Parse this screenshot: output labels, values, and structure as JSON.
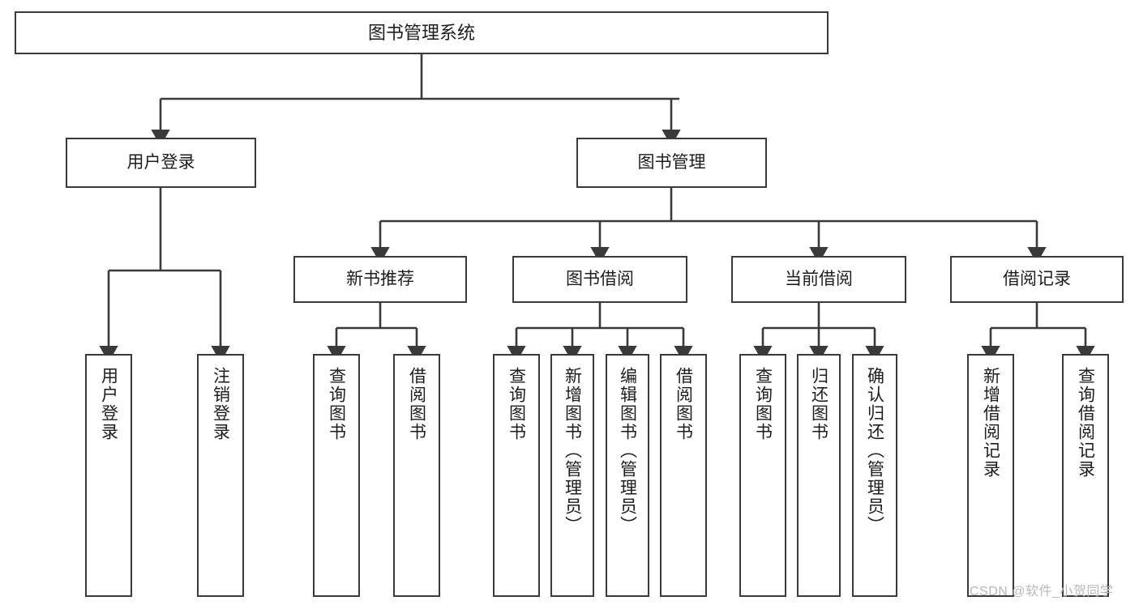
{
  "diagram": {
    "title": "图书管理系统",
    "type": "tree-hierarchy-chart",
    "colors": {
      "node_border": "#3a3a3a",
      "node_fill": "#ffffff",
      "connector": "#3a3a3a",
      "text": "#1d1d1d",
      "watermark": "#b9b9b9",
      "background": "#ffffff"
    },
    "root": {
      "label": "图书管理系统"
    },
    "level2": [
      {
        "id": "user-login",
        "label": "用户登录"
      },
      {
        "id": "book-manage",
        "label": "图书管理"
      }
    ],
    "level3": [
      {
        "id": "new-book-recommend",
        "label": "新书推荐"
      },
      {
        "id": "book-borrow",
        "label": "图书借阅"
      },
      {
        "id": "current-borrow",
        "label": "当前借阅"
      },
      {
        "id": "borrow-record",
        "label": "借阅记录"
      }
    ],
    "leaves": [
      {
        "id": "leaf-user-login",
        "parent": "user-login",
        "label": "用户登录"
      },
      {
        "id": "leaf-logout-login",
        "parent": "user-login",
        "label": "注销登录"
      },
      {
        "id": "leaf-query-book-1",
        "parent": "new-book-recommend",
        "label": "查询图书"
      },
      {
        "id": "leaf-borrow-book-1",
        "parent": "new-book-recommend",
        "label": "借阅图书"
      },
      {
        "id": "leaf-query-book-2",
        "parent": "book-borrow",
        "label": "查询图书"
      },
      {
        "id": "leaf-add-book-admin",
        "parent": "book-borrow",
        "label": "新增图书（管理员）"
      },
      {
        "id": "leaf-edit-book-admin",
        "parent": "book-borrow",
        "label": "编辑图书（管理员）"
      },
      {
        "id": "leaf-borrow-book-2",
        "parent": "book-borrow",
        "label": "借阅图书"
      },
      {
        "id": "leaf-query-book-3",
        "parent": "current-borrow",
        "label": "查询图书"
      },
      {
        "id": "leaf-return-book",
        "parent": "current-borrow",
        "label": "归还图书"
      },
      {
        "id": "leaf-confirm-return-admin",
        "parent": "current-borrow",
        "label": "确认归还（管理员）"
      },
      {
        "id": "leaf-add-borrow-record",
        "parent": "borrow-record",
        "label": "新增借阅记录"
      },
      {
        "id": "leaf-query-borrow-record",
        "parent": "borrow-record",
        "label": "查询借阅记录"
      }
    ],
    "watermark": "CSDN @软件_小贺同学"
  }
}
